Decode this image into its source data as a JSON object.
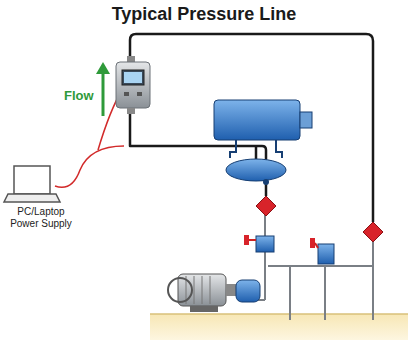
{
  "diagram": {
    "title": "Typical Pressure Line",
    "labels": [
      "Flow",
      "PC/Laptop Power Supply"
    ]
  }
}
